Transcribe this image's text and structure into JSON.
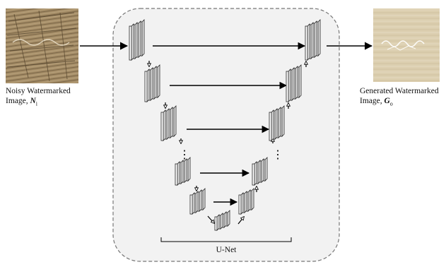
{
  "input_image": {
    "caption_line1": "Noisy Watermarked",
    "caption_line2_prefix": "Image, ",
    "symbol": "N",
    "subscript": "i"
  },
  "output_image": {
    "caption_line1": "Generated Watermarked",
    "caption_line2_prefix": "Image, ",
    "symbol": "G",
    "subscript": "o"
  },
  "network": {
    "label": "U-Net",
    "ellipsis": "⋮"
  },
  "colors": {
    "panel_fill": "#f2f2f2",
    "panel_border": "#777777",
    "block_fill": "#ffffff",
    "block_stroke": "#222222",
    "arrow": "#000000",
    "input_image_tone": "#9c8664",
    "output_image_tone": "#d8ccac"
  }
}
